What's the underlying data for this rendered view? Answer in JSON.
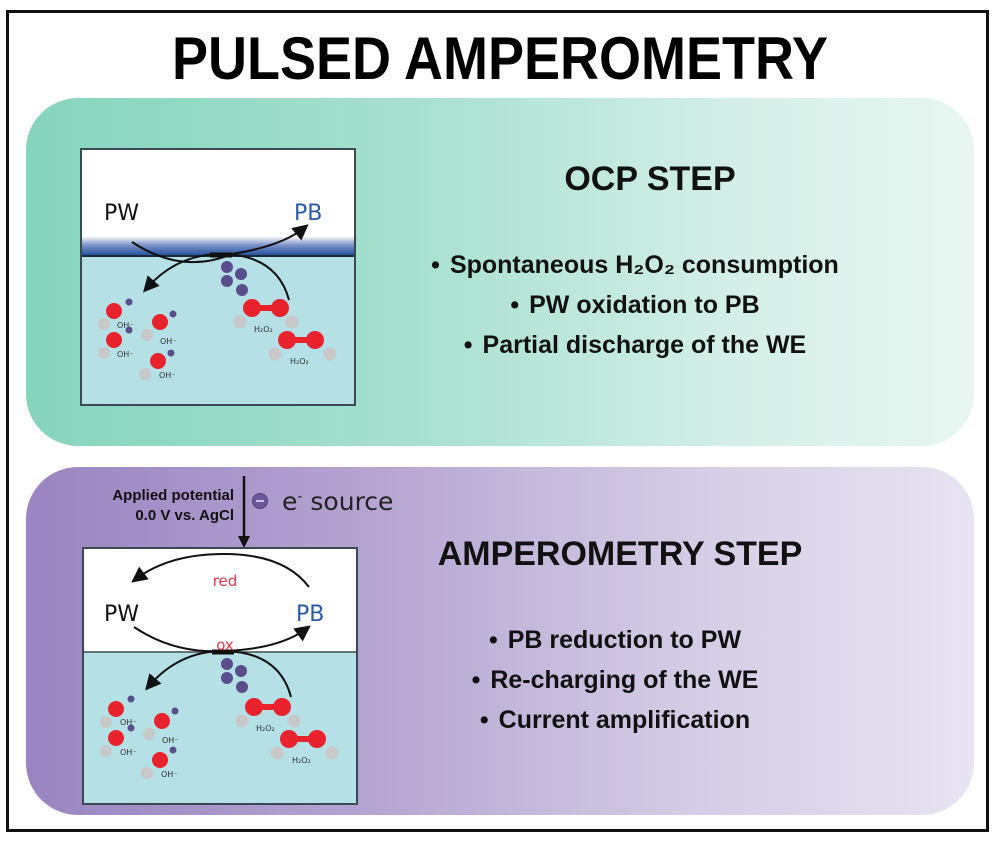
{
  "title": "PULSED AMPEROMETRY",
  "colors": {
    "ocp_panel": "#86d4bc",
    "amp_panel": "#9a84c1",
    "solution": "#b4e0e6",
    "pb_blue": "#2a5aa8",
    "label_red": "#e8364a",
    "oxygen_red": "#e8232e",
    "hydrogen_grey": "#c8c8c8",
    "electron_purple": "#5a4d8c"
  },
  "ocp": {
    "title": "OCP STEP",
    "scheme": {
      "left_label": "PW",
      "right_label": "PB",
      "oh_labels": [
        "OH⁻",
        "OH⁻",
        "OH⁻",
        "OH⁻"
      ],
      "h2o2_labels": [
        "H₂O₂",
        "H₂O₂"
      ]
    },
    "bullets": [
      {
        "dot": "•",
        "text": "Spontaneous H₂O₂ consumption"
      },
      {
        "dot": "•",
        "text": "PW oxidation to PB"
      },
      {
        "dot": "•",
        "text": "Partial discharge of the WE"
      }
    ]
  },
  "amperometry": {
    "title": "AMPEROMETRY STEP",
    "applied_potential": [
      "Applied potential",
      "0.0 V vs. AgCl"
    ],
    "electron_source": {
      "symbol": "e",
      "superscript": "-",
      "text": "source"
    },
    "scheme": {
      "left_label": "PW",
      "right_label": "PB",
      "top_arrow_label": "red",
      "bottom_arrow_label": "ox",
      "oh_labels": [
        "OH⁻",
        "OH⁻",
        "OH⁻",
        "OH⁻"
      ],
      "h2o2_labels": [
        "H₂O₂",
        "H₂O₂"
      ]
    },
    "bullets": [
      {
        "dot": "•",
        "text": "PB reduction to PW"
      },
      {
        "dot": "•",
        "text": "Re-charging of the WE"
      },
      {
        "dot": "•",
        "text": "Current amplification"
      }
    ]
  }
}
